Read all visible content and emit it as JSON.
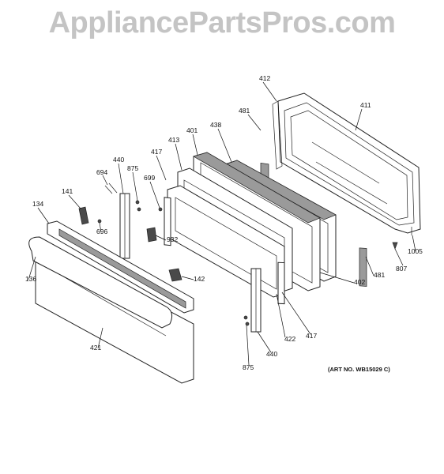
{
  "site_title": "AppliancePartsPros.com",
  "art_number": "(ART NO. WB15029 C)",
  "callouts": [
    "412",
    "411",
    "481",
    "438",
    "401",
    "417",
    "413",
    "440",
    "875",
    "694",
    "699",
    "141",
    "134",
    "696",
    "932",
    "136",
    "142",
    "421",
    "402",
    "481",
    "807",
    "1005",
    "422",
    "417",
    "440",
    "875"
  ]
}
